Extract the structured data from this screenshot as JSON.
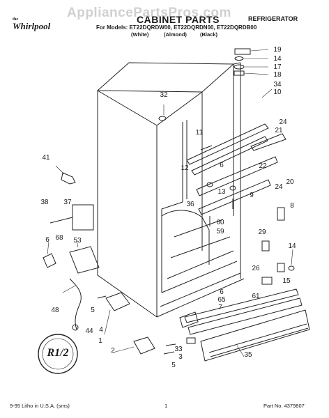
{
  "watermark": "AppliancePartsPros.com",
  "brand": {
    "prefix": "the",
    "name": "Whirlpool"
  },
  "header": {
    "title": "CABINET PARTS",
    "product": "REFRIGERATOR",
    "models_line": "For Models: ET22DQRDW00, ET22DQRDN00, ET22DQRDB00",
    "colors": [
      "(White)",
      "(Almond)",
      "(Black)"
    ]
  },
  "seal": "R1/2",
  "callouts": [
    "19",
    "14",
    "17",
    "18",
    "34",
    "10",
    "32",
    "11",
    "24",
    "21",
    "12",
    "6",
    "22",
    "41",
    "13",
    "24",
    "20",
    "36",
    "9",
    "8",
    "38",
    "37",
    "60",
    "59",
    "68",
    "53",
    "29",
    "6",
    "14",
    "26",
    "15",
    "61",
    "6",
    "65",
    "7",
    "48",
    "5",
    "4",
    "44",
    "1",
    "2",
    "33",
    "3",
    "5",
    "35"
  ],
  "footer": {
    "left": "9-95 Litho in U.S.A. (sms)",
    "center": "1",
    "right": "Part No. 4379807"
  }
}
